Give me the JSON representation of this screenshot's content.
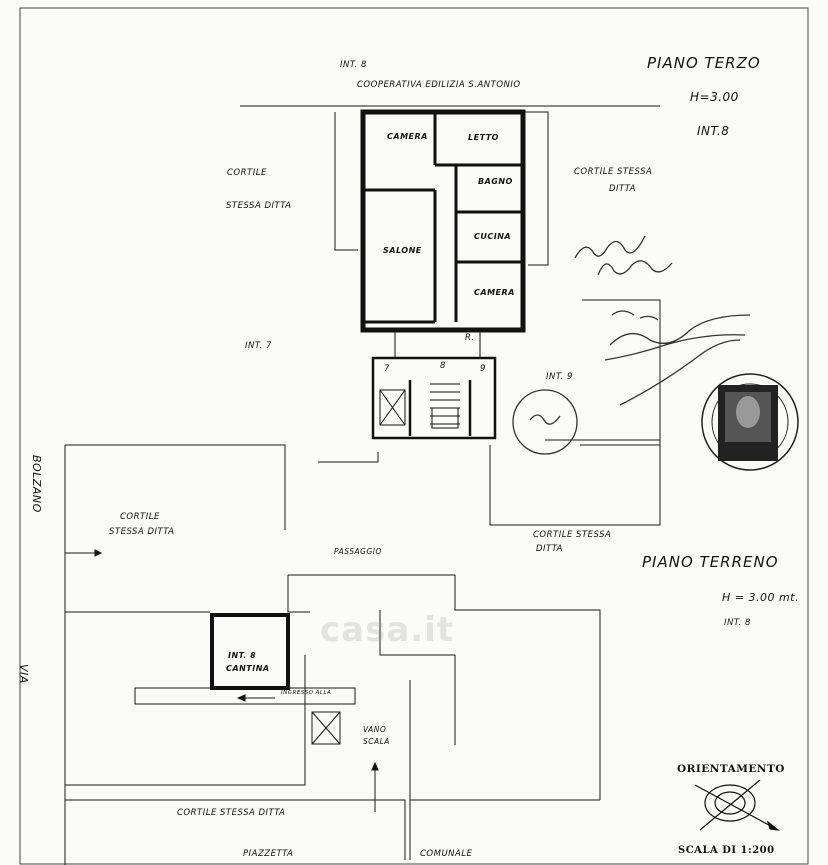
{
  "upper_floor": {
    "title": "PIANO TERZO",
    "height": "H=3.00",
    "unit": "INT.8",
    "top_neighbor_unit": "INT. 8",
    "top_neighbor": "COOPERATIVA EDILIZIA S.ANTONIO",
    "rooms": {
      "camera_1": "CAMERA",
      "letto": "LETTO",
      "bagno": "BAGNO",
      "cucina": "CUCINA",
      "salone": "SALONE",
      "camera_2": "CAMERA"
    },
    "courtyard_left_1": "CORTILE",
    "courtyard_left_2": "STESSA DITTA",
    "courtyard_right_1": "CORTILE STESSA",
    "courtyard_right_2": "DITTA",
    "unit_left": "INT. 7",
    "unit_right": "INT. 9",
    "stair_label": "R.",
    "stair_nums": [
      "7",
      "8",
      "9"
    ]
  },
  "ground_floor": {
    "title": "PIANO TERRENO",
    "height": "H = 3.00 mt.",
    "unit": "INT. 8",
    "courtyard_left_1": "CORTILE",
    "courtyard_left_2": "STESSA DITTA",
    "courtyard_right_1": "CORTILE STESSA",
    "courtyard_right_2": "DITTA",
    "passage": "PASSAGGIO",
    "cellar_1": "INT. 8",
    "cellar_2": "CANTINA",
    "entrance": "INGRESSO ALLA",
    "stair_1": "VANO",
    "stair_2": "SCALA",
    "courtyard_bottom": "CORTILE   STESSA   DITTA",
    "square_1": "PIAZZETTA",
    "square_2": "COMUNALE"
  },
  "street": {
    "via": "VIA",
    "bolzano": "BOLZANO"
  },
  "orientation": "ORIENTAMENTO",
  "scale": "SCALA DI 1:200",
  "watermark": "casa.it"
}
